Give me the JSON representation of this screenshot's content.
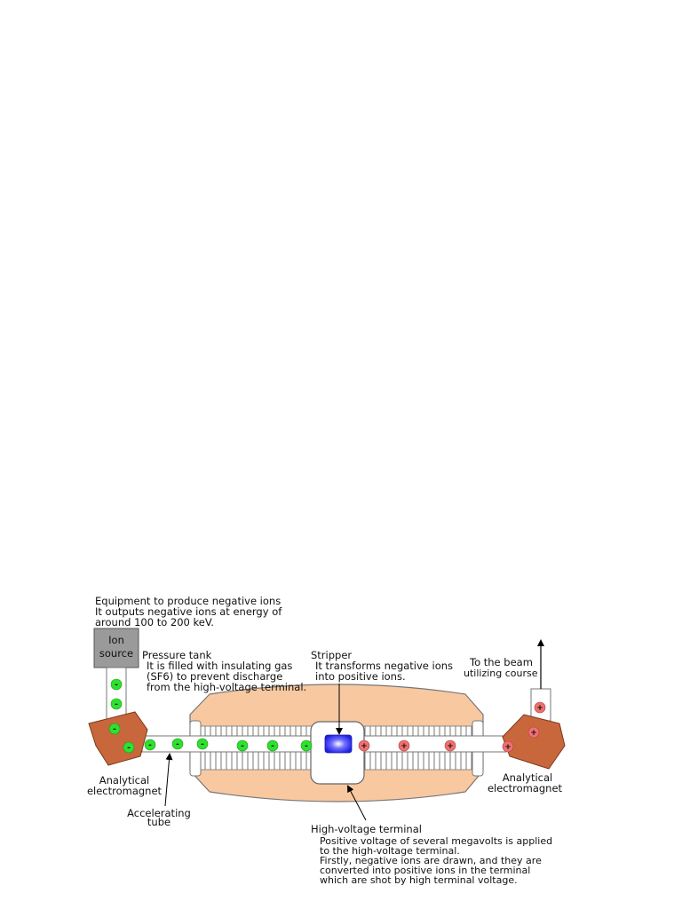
{
  "colors": {
    "tank": "#f8c8a0",
    "tank_stroke": "#777777",
    "magnet": "#c8673c",
    "ion_source": "#9a9a9a",
    "negative_ion": "#2fe02f",
    "positive_ion": "#f07070",
    "stripper": "#3a3af0"
  },
  "ion_source": {
    "label_line1": "Ion",
    "label_line2": "source",
    "desc_line1": "Equipment to produce negative ions",
    "desc_line2": "It outputs negative ions at energy of",
    "desc_line3": "around 100 to 200 keV."
  },
  "pressure_tank": {
    "title": "Pressure tank",
    "desc_line1": "It is filled with insulating gas",
    "desc_line2": "(SF6) to prevent discharge",
    "desc_line3": "from the high-voltage terminal."
  },
  "stripper": {
    "title": "Stripper",
    "desc_line1": "It transforms negative ions",
    "desc_line2": "into positive ions."
  },
  "beam": {
    "line1": "To the beam",
    "line2": "utilizing course"
  },
  "left_magnet": {
    "line1": "Analytical",
    "line2": "electromagnet"
  },
  "right_magnet": {
    "line1": "Analytical",
    "line2": "electromagnet"
  },
  "accelerating_tube": {
    "line1": "Accelerating",
    "line2": "tube"
  },
  "terminal": {
    "title": "High-voltage terminal",
    "desc_line1": "Positive voltage of several megavolts is applied",
    "desc_line2": "to the high-voltage terminal.",
    "desc_line3": "Firstly, negative ions are drawn, and they are",
    "desc_line4": "converted into positive ions in the terminal",
    "desc_line5": "which are shot by high terminal voltage."
  },
  "ion_signs": {
    "negative": "-",
    "positive": "+"
  }
}
